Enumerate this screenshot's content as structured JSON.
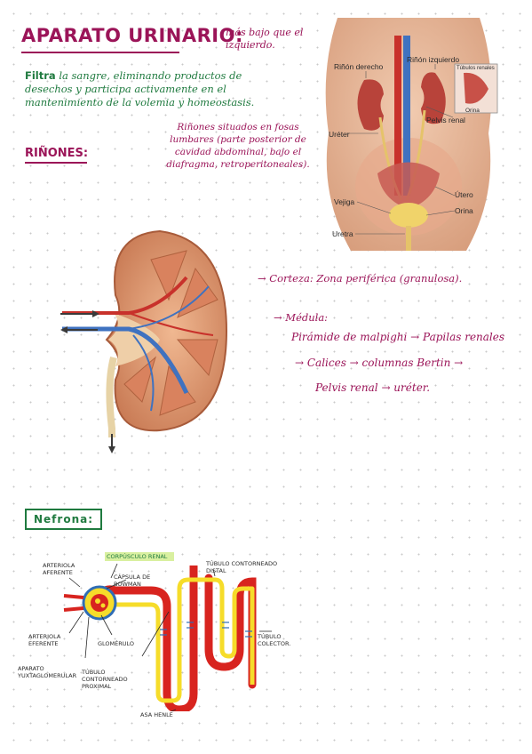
{
  "heading": {
    "title": "Aparato urinario:",
    "filtra_lead": "Filtra",
    "filtra_rest": " la sangre, eliminando productos de desechos y participa activamente en el mantenimiento de la volemia y homeostasis.",
    "rinones": "Riñones:"
  },
  "notes": {
    "mas_bajo": "más bajo que el izquierdo.",
    "rinones_situados": "Riñones situados en fosas lumbares (parte posterior de cavidad abdominal, bajo el diafragma, retroperitoneales)."
  },
  "anatomy_image": {
    "labels": {
      "rinon_derecho": "Riñón derecho",
      "rinon_izquierdo": "Riñón izquierdo",
      "tubulos": "Túbulos renales",
      "pelvis": "Pelvis renal",
      "orina_inset": "Orina",
      "ureter": "Uréter",
      "vejiga": "Vejiga",
      "utero": "Útero",
      "orina": "Orina",
      "uretra": "Uretra"
    }
  },
  "kidney_notes": {
    "corteza": "→ Corteza: Zona periférica (granulosa).",
    "medula": "→ Médula:",
    "medula_line1": "Pirámide de malpighi → Papilas renales",
    "medula_line2": "→ Calices → columnas Bertin →",
    "medula_line3": "Pelvis renal → uréter."
  },
  "nephron": {
    "title": "Nefrona:",
    "labels": {
      "arteriola_aferente": "Arteriola aferente",
      "corpusculo": "Corpúsculo renal",
      "capsula": "Cápsula de Bowman",
      "tubulo_distal": "Túbulo contorneado distal",
      "arteriola_eferente": "Arteriola eferente",
      "glomerulo": "Glomérulo",
      "tubulo_colector": "Túbulo colector.",
      "aparato_yuxta": "Aparato yuxtaglomerular",
      "tubulo_proximal": "Túbulo contorneado proximal",
      "asa_henle": "Asa Henle"
    }
  },
  "colors": {
    "magenta": "#9b1458",
    "green": "#1f7a3f",
    "red": "#d8241f",
    "yellow": "#f6dc2a",
    "blue": "#2f6db5"
  }
}
